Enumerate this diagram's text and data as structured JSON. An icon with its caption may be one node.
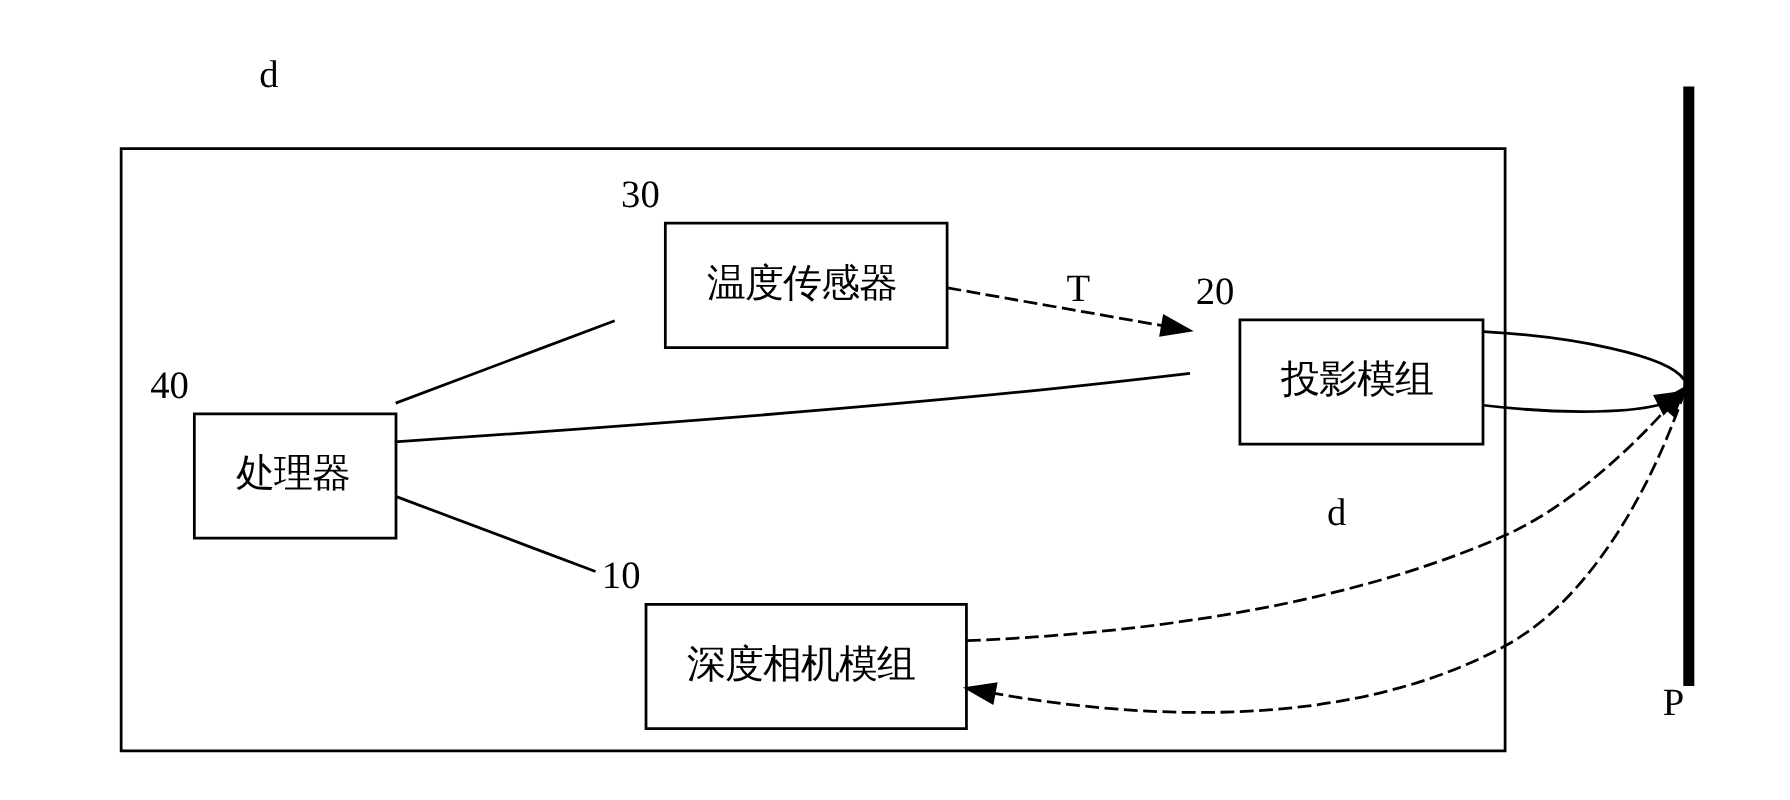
{
  "diagram": {
    "nodes": [
      {
        "text": [],
        "shape": "box"
      },
      {
        "text": [
          "深度相机模组"
        ],
        "in": 0,
        "beside": [
          "10"
        ]
      },
      {
        "text": [
          "投影模组"
        ],
        "in": 0,
        "beside": [
          "20"
        ]
      },
      {
        "text": [
          "温度传感器"
        ],
        "in": 0,
        "beside": [
          "30"
        ]
      },
      {
        "text": [
          "处理器"
        ],
        "in": 0,
        "beside": [
          "40"
        ]
      },
      {
        "text": [],
        "shape": "bar",
        "beside": [
          "P"
        ]
      }
    ],
    "edges": [
      {
        "from": 4,
        "to": 1,
        "arrow": "none"
      },
      {
        "from": 4,
        "to": 2,
        "arrow": "none"
      },
      {
        "from": 4,
        "to": 3,
        "arrow": "none"
      },
      {
        "from": 3,
        "to": 2,
        "arrow": "to",
        "label": "T",
        "style": "dashed"
      },
      {
        "from": 1,
        "to": 5,
        "arrow": "to",
        "label": "d",
        "style": "dashed"
      },
      {
        "from": 5,
        "to": 1,
        "arrow": "to",
        "style": "dashed"
      },
      {
        "from": 2,
        "to": 5,
        "arrow": "to"
      },
      {
        "from": 2,
        "to": 5,
        "arrow": "none"
      }
    ],
    "labels": [
      "d"
    ]
  }
}
